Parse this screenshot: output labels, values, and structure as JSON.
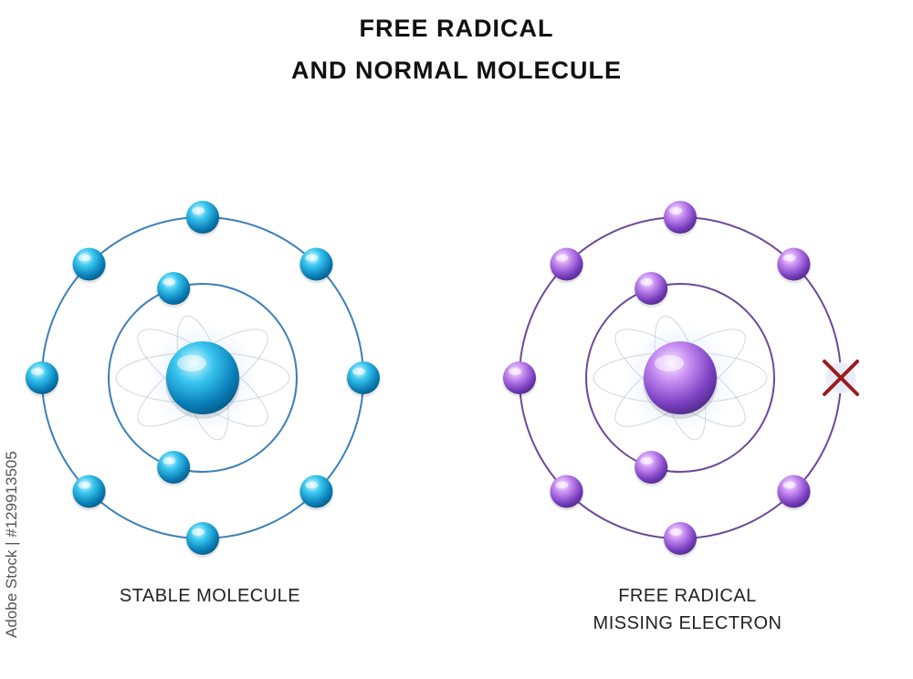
{
  "title": {
    "line1": "FREE RADICAL",
    "line2": "AND NORMAL MOLECULE"
  },
  "molecules": [
    {
      "id": "stable",
      "caption_lines": [
        "STABLE MOLECULE"
      ],
      "outer_electrons": 8,
      "inner_electrons": 2,
      "missing_electrons": 0,
      "color": "#1aa7d8",
      "orbit_color": "#3b7fb8"
    },
    {
      "id": "free-radical",
      "caption_lines": [
        "FREE RADICAL",
        "MISSING ELECTRON"
      ],
      "outer_electrons": 7,
      "inner_electrons": 2,
      "missing_electrons": 1,
      "color": "#a66be0",
      "orbit_color": "#6a4a98",
      "marker_color": "#9b1b1b"
    }
  ],
  "watermark": "Adobe Stock | #129913505"
}
